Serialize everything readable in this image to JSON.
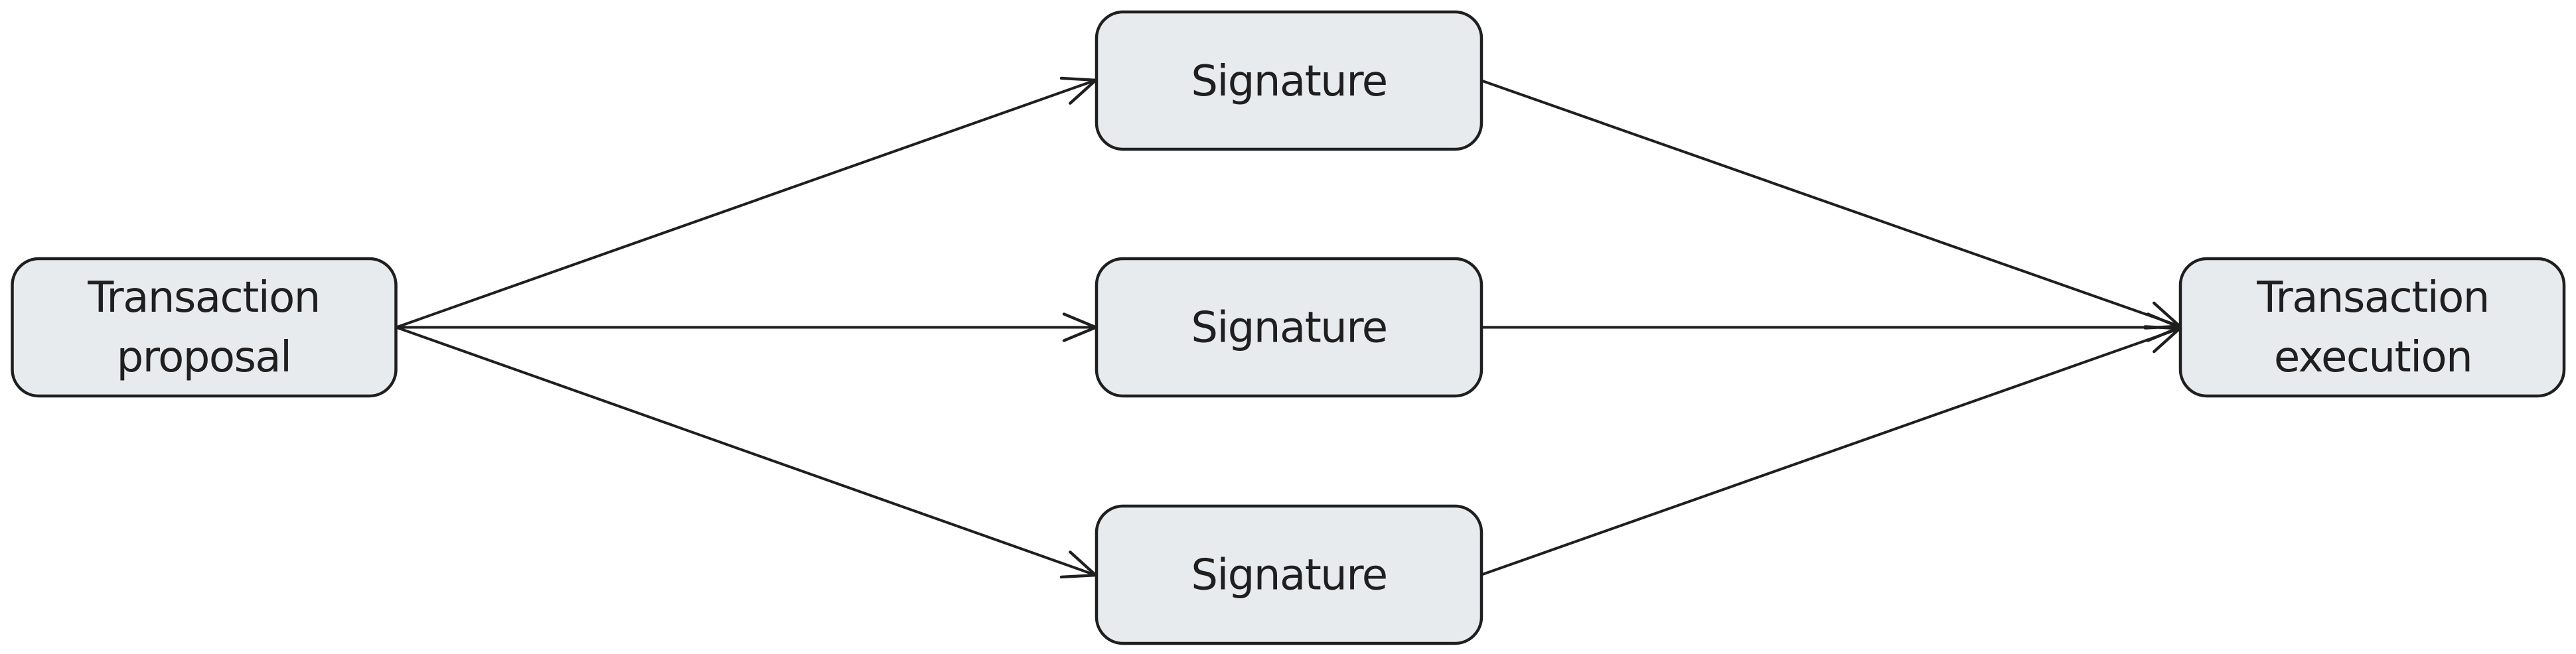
{
  "diagram": {
    "type": "flowchart",
    "direction": "left-to-right",
    "colors": {
      "background": "#ffffff",
      "node_fill": "#e8ebed",
      "node_stroke": "#1f1f1f",
      "edge_color": "#1f1f1f",
      "text_color": "#1f1f1f"
    },
    "nodes": {
      "proposal": {
        "line1": "Transaction",
        "line2": "proposal"
      },
      "signature_top": {
        "label": "Signature"
      },
      "signature_middle": {
        "label": "Signature"
      },
      "signature_bottom": {
        "label": "Signature"
      },
      "execution": {
        "line1": "Transaction",
        "line2": "execution"
      }
    },
    "edges": [
      {
        "from": "Transaction proposal",
        "to": "Signature (top)"
      },
      {
        "from": "Transaction proposal",
        "to": "Signature (middle)"
      },
      {
        "from": "Transaction proposal",
        "to": "Signature (bottom)"
      },
      {
        "from": "Signature (top)",
        "to": "Transaction execution"
      },
      {
        "from": "Signature (middle)",
        "to": "Transaction execution"
      },
      {
        "from": "Signature (bottom)",
        "to": "Transaction execution"
      }
    ]
  }
}
